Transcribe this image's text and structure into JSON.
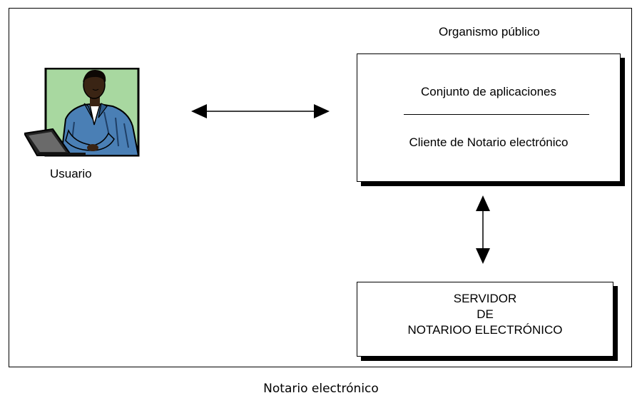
{
  "diagram": {
    "user_label": "Usuario",
    "organization_label": "Organismo público",
    "applications": {
      "title": "Conjunto de aplicaciones",
      "client": "Cliente de Notario electrónico"
    },
    "server": {
      "line1": "SERVIDOR",
      "line2": "DE",
      "line3": "NOTARIOO ELECTRÓNICO"
    },
    "caption": "Notario electrónico",
    "icons": {
      "user": "person-with-laptop-icon"
    },
    "colors": {
      "icon_background": "#a8d8a0",
      "shirt": "#4a7fb5"
    }
  }
}
